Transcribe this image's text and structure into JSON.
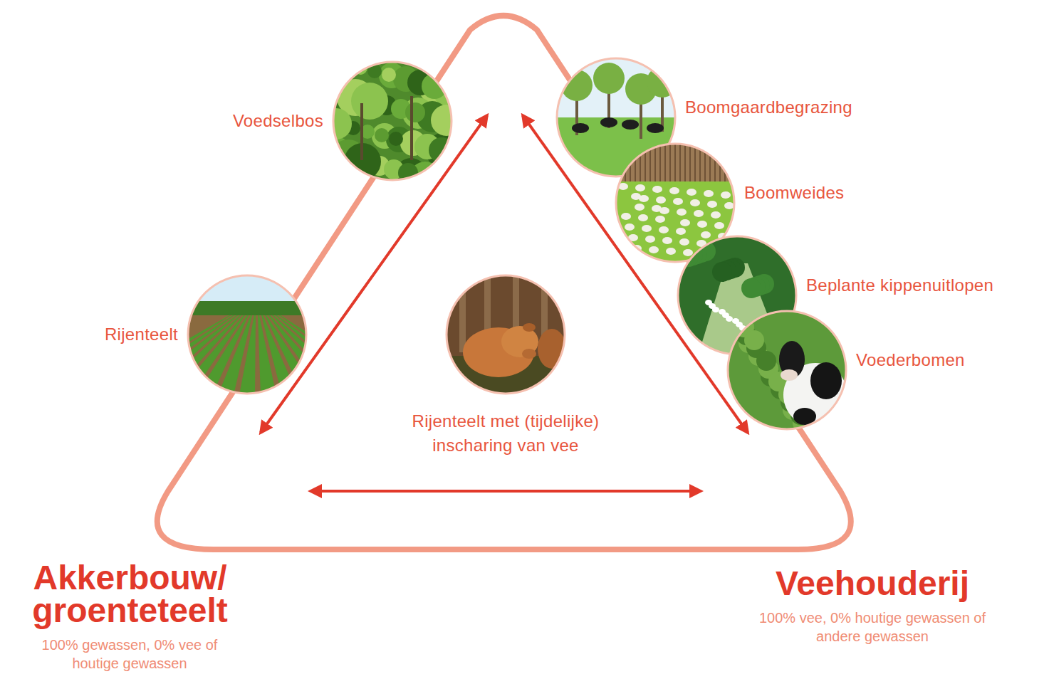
{
  "diagram": {
    "nodes": [
      {
        "text": [
          "Voedselbos"
        ]
      },
      {
        "text": [
          "Rijenteelt"
        ]
      },
      {
        "text": [
          "Boomgaardbegrazing"
        ]
      },
      {
        "text": [
          "Boomweides"
        ]
      },
      {
        "text": [
          "Beplante kippenuitlopen"
        ]
      },
      {
        "text": [
          "Voederbomen"
        ]
      },
      {
        "text": [
          "Rijenteelt met (tijdelijke) inscharing van vee"
        ]
      }
    ],
    "labels": [
      "Akkerbouw/ groenteteelt",
      "100% gewassen, 0% vee of houtige gewassen",
      "Veehouderij",
      "100% vee, 0% houtige gewassen of andere gewassen"
    ]
  }
}
